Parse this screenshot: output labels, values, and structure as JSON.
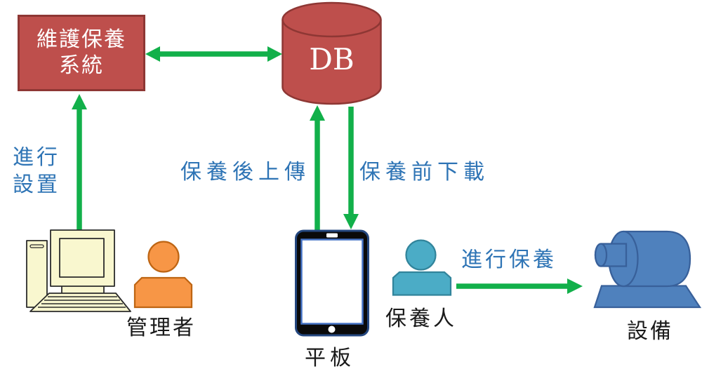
{
  "diagram": {
    "nodes": {
      "maintenance_system": {
        "line1": "維護保養",
        "line2": "系統"
      },
      "db": {
        "label": "DB"
      },
      "admin": {
        "caption": "管理者"
      },
      "tablet": {
        "caption": "平板"
      },
      "maintainer": {
        "caption": "保養人"
      },
      "equipment": {
        "caption": "設備"
      }
    },
    "edges": {
      "setup": {
        "line1": "進行",
        "line2": "設置"
      },
      "upload": {
        "label": "保養後上傳"
      },
      "download": {
        "label": "保養前下載"
      },
      "maintain": {
        "label": "進行保養"
      }
    },
    "icons": {
      "admin_workstation": "desktop-computer-icon",
      "admin": "person-icon",
      "maintainer": "person-icon",
      "tablet": "tablet-device-icon",
      "db": "database-cylinder-icon",
      "equipment": "motor-machine-icon"
    },
    "colors": {
      "arrow_green": "#12B04A",
      "node_red": "#BE4F4C",
      "node_red_border": "#8E3734",
      "label_blue": "#2E74B5",
      "person_orange": "#F79646",
      "person_orange_border": "#BE6513",
      "person_teal": "#4BACC6",
      "person_teal_border": "#31849B",
      "equipment_blue": "#4F81BD",
      "equipment_blue_border": "#38609A",
      "computer_cream": "#F9F7CF",
      "computer_outline": "#2B2B2B",
      "tablet_body": "#0A0A0A",
      "tablet_outer_border": "#24477F",
      "tablet_screen_border": "#4472C4",
      "text_white": "#FFFFFF",
      "text_black": "#1A1A1A"
    }
  }
}
